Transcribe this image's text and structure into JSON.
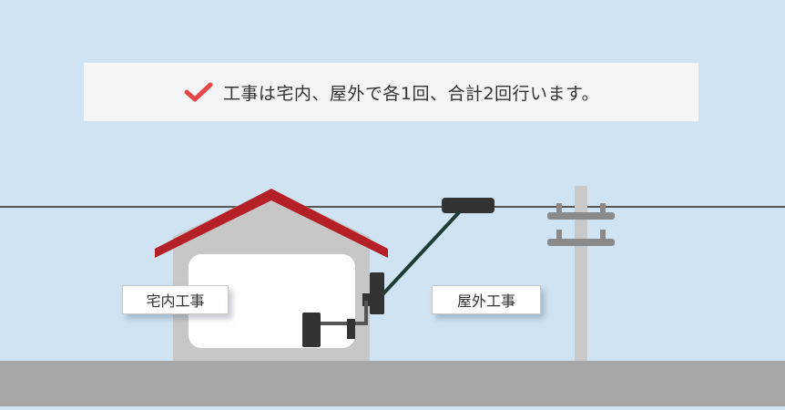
{
  "banner": {
    "text": "工事は宅内、屋外で各1回、合計2回行います。",
    "check_icon": "checkmark-icon"
  },
  "labels": {
    "indoor": "宅内工事",
    "outdoor": "屋外工事"
  },
  "colors": {
    "sky": "#cfe3f2",
    "ground": "#a6a6a6",
    "roof": "#b42026",
    "house_wall": "#c7c7c7",
    "check": "#e8464b",
    "equipment": "#333333",
    "pole": "#cfcfcf"
  }
}
